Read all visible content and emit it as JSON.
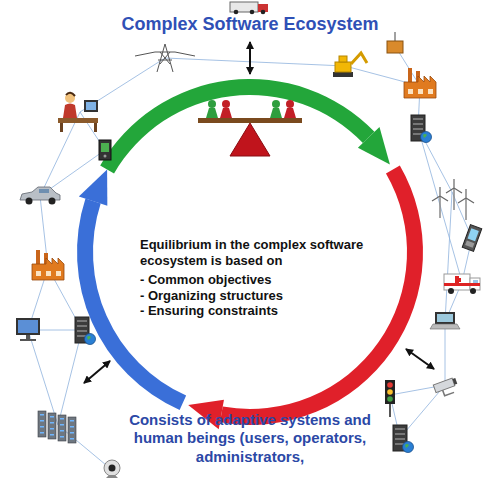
{
  "diagram": {
    "nodes": [
      {
        "text": [
          "Complex Software Ecosystem",
          "Consists of adaptive systems and human beings (users, operators, administrators,"
        ]
      },
      {
        "text": [
          "Equilibrium in the complex software ecosystem is based on",
          "- Common objectives",
          "- Organizing structures",
          "- Ensuring constraints"
        ],
        "in": 0
      }
    ]
  }
}
